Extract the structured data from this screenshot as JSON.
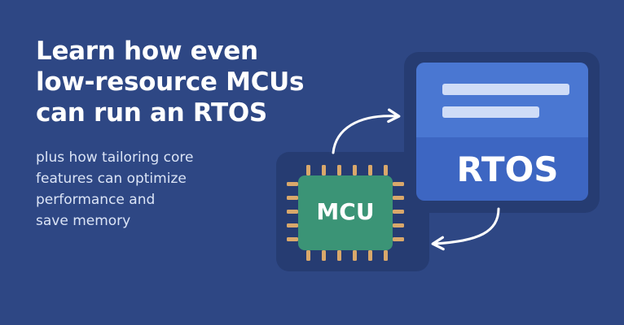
{
  "headline": "Learn how even\nlow-resource MCUs\ncan run an RTOS",
  "subheadline": "plus how tailoring core\nfeatures can optimize\nperformance and\nsave memory",
  "illustration": {
    "rtos_label": "RTOS",
    "mcu_label": "MCU"
  },
  "colors": {
    "background": "#2e4784",
    "panel": "#263c72",
    "rtos_card_top": "#4a77d2",
    "rtos_card_bottom": "#3d66c2",
    "chip": "#3b9476",
    "pins": "#d9a86b"
  }
}
